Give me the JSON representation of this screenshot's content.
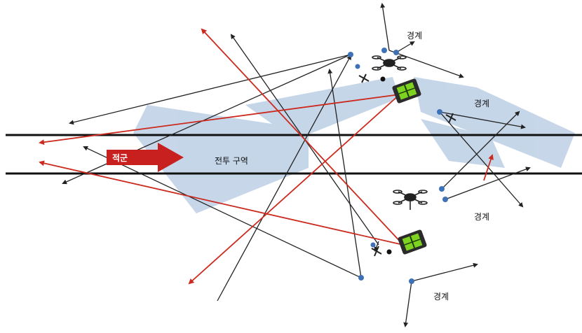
{
  "labels": {
    "enemy": "적군",
    "battle_zone": "전투 구역",
    "guard_top": "경계",
    "guard_right_upper": "경계",
    "guard_right_lower": "경계",
    "guard_bottom": "경계"
  },
  "colors": {
    "road_line": "#111111",
    "fire_line": "#cc2a1e",
    "observe_line": "#222222",
    "sensor_cone": "#b9cce4",
    "robot_body": "#2b2b2b",
    "robot_panel": "#7ed321",
    "soldier_dot": "#3d72b8",
    "enemy_arrow": "#c8201e"
  },
  "icons": [
    "robot-vehicle-icon",
    "drone-icon",
    "soldier-dot-icon",
    "crosshair-icon"
  ]
}
